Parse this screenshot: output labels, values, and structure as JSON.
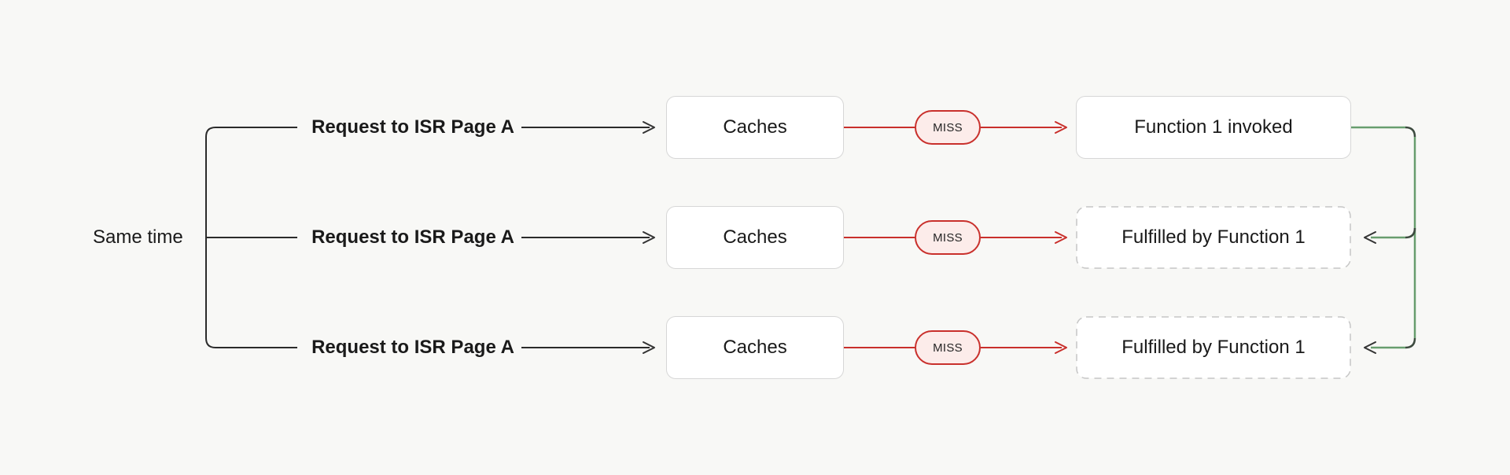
{
  "diagram": {
    "group_label": "Same time",
    "rows": [
      {
        "request": "Request to ISR Page A",
        "cache": "Caches",
        "status": "MISS",
        "result": "Function 1 invoked",
        "result_style": "solid"
      },
      {
        "request": "Request to ISR Page A",
        "cache": "Caches",
        "status": "MISS",
        "result": "Fulfilled by Function 1",
        "result_style": "dashed"
      },
      {
        "request": "Request to ISR Page A",
        "cache": "Caches",
        "status": "MISS",
        "result": "Fulfilled by Function 1",
        "result_style": "dashed"
      }
    ],
    "icons": {
      "arrow_right_icon": "chevron-right",
      "arrow_left_icon": "chevron-left"
    },
    "colors": {
      "background": "#f8f8f6",
      "line_dark": "#2b2b2b",
      "arc_dark": "#3d4a3f",
      "text": "#1a1a1a",
      "miss_red": "#c9302c",
      "miss_bg": "#fcecea",
      "border_gray": "#d7d7d7",
      "dashed_gray": "#c6c6c6",
      "green": "#689d6e"
    }
  }
}
